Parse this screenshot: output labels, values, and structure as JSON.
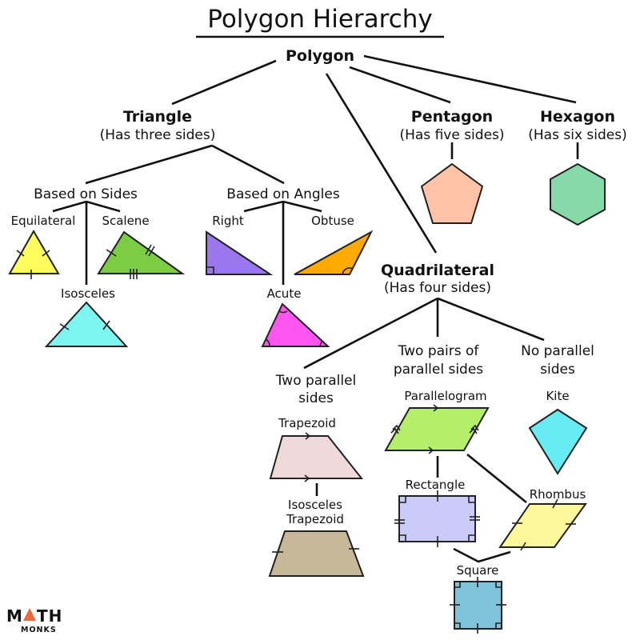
{
  "title": "Polygon Hierarchy",
  "root": "Polygon",
  "triangle": {
    "label": "Triangle",
    "sub": "(Has three sides)",
    "sides": {
      "label": "Based on Sides",
      "equilateral": "Equilateral",
      "scalene": "Scalene",
      "isosceles": "Isosceles"
    },
    "angles": {
      "label": "Based on Angles",
      "right": "Right",
      "obtuse": "Obtuse",
      "acute": "Acute"
    }
  },
  "pentagon": {
    "label": "Pentagon",
    "sub": "(Has five sides)"
  },
  "hexagon": {
    "label": "Hexagon",
    "sub": "(Has six sides)"
  },
  "quadrilateral": {
    "label": "Quadrilateral",
    "sub": "(Has four sides)",
    "two_parallel": [
      "Two parallel",
      "sides"
    ],
    "two_pairs": [
      "Two pairs of",
      "parallel sides"
    ],
    "no_parallel": [
      "No parallel",
      "sides"
    ],
    "trapezoid": "Trapezoid",
    "iso_trapezoid": [
      "Isosceles",
      "Trapezoid"
    ],
    "parallelogram": "Parallelogram",
    "kite": "Kite",
    "rectangle": "Rectangle",
    "rhombus": "Rhombus",
    "square": "Square"
  },
  "logo": {
    "top": "MATH",
    "bottom": "MONKS"
  },
  "colors": {
    "equilateral": "#fffd5e",
    "scalene": "#7ccc44",
    "isosceles": "#7df6f2",
    "right": "#9b77ee",
    "obtuse": "#fdab00",
    "acute": "#ff55f0",
    "pentagon": "#ffc3a8",
    "hexagon": "#86d9a8",
    "trapezoid": "#efd9da",
    "iso_trapezoid": "#c8b89a",
    "parallelogram": "#b5ef6a",
    "kite": "#66ecf2",
    "rectangle": "#cbcbfa",
    "rhombus": "#fdf89b",
    "square": "#7fc3db",
    "logo_accent": "#f0673a"
  }
}
